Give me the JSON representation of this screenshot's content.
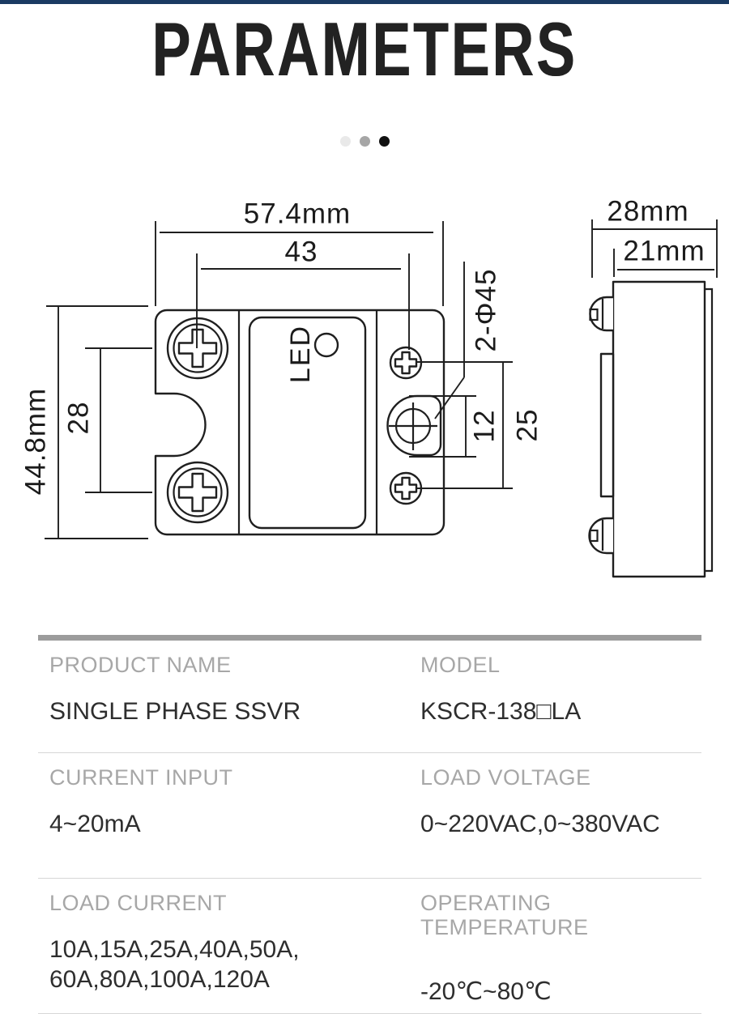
{
  "theme": {
    "top_bar": "#1a3a62",
    "title_color": "#222222",
    "line_color": "#1f1f1f",
    "label_gray": "#a7a7a7",
    "value_dark": "#2e2e2e",
    "divider_thick": "#9c9c9c",
    "divider_thin": "#d6d6d6",
    "carousel_dot_colors": [
      "#e9e9e9",
      "#a6a6a6",
      "#111111"
    ]
  },
  "header": {
    "title": "PARAMETERS"
  },
  "carousel": {
    "dot_count": 3,
    "active_dot_index": 2
  },
  "drawing": {
    "front": {
      "overall_width": "57.4mm",
      "hole_spacing_h": "43",
      "overall_height": "44.8mm",
      "hole_spacing_v": "28",
      "mounting_holes": "2-Φ45",
      "terminal_slot": "12",
      "terminal_spacing": "25",
      "led_label": "LED"
    },
    "side": {
      "overall_depth": "28mm",
      "body_depth": "21mm"
    }
  },
  "specs": {
    "rows": [
      {
        "label": "PRODUCT NAME",
        "value": "SINGLE PHASE SSVR"
      },
      {
        "label": "MODEL",
        "value": "KSCR-138□LA"
      },
      {
        "label": "CURRENT INPUT",
        "value": "4~20mA"
      },
      {
        "label": "LOAD VOLTAGE",
        "value": "0~220VAC,0~380VAC"
      },
      {
        "label": "LOAD CURRENT",
        "value": "10A,15A,25A,40A,50A,\n60A,80A,100A,120A"
      },
      {
        "label": "OPERATING TEMPERATURE",
        "value": "-20℃~80℃"
      }
    ]
  }
}
